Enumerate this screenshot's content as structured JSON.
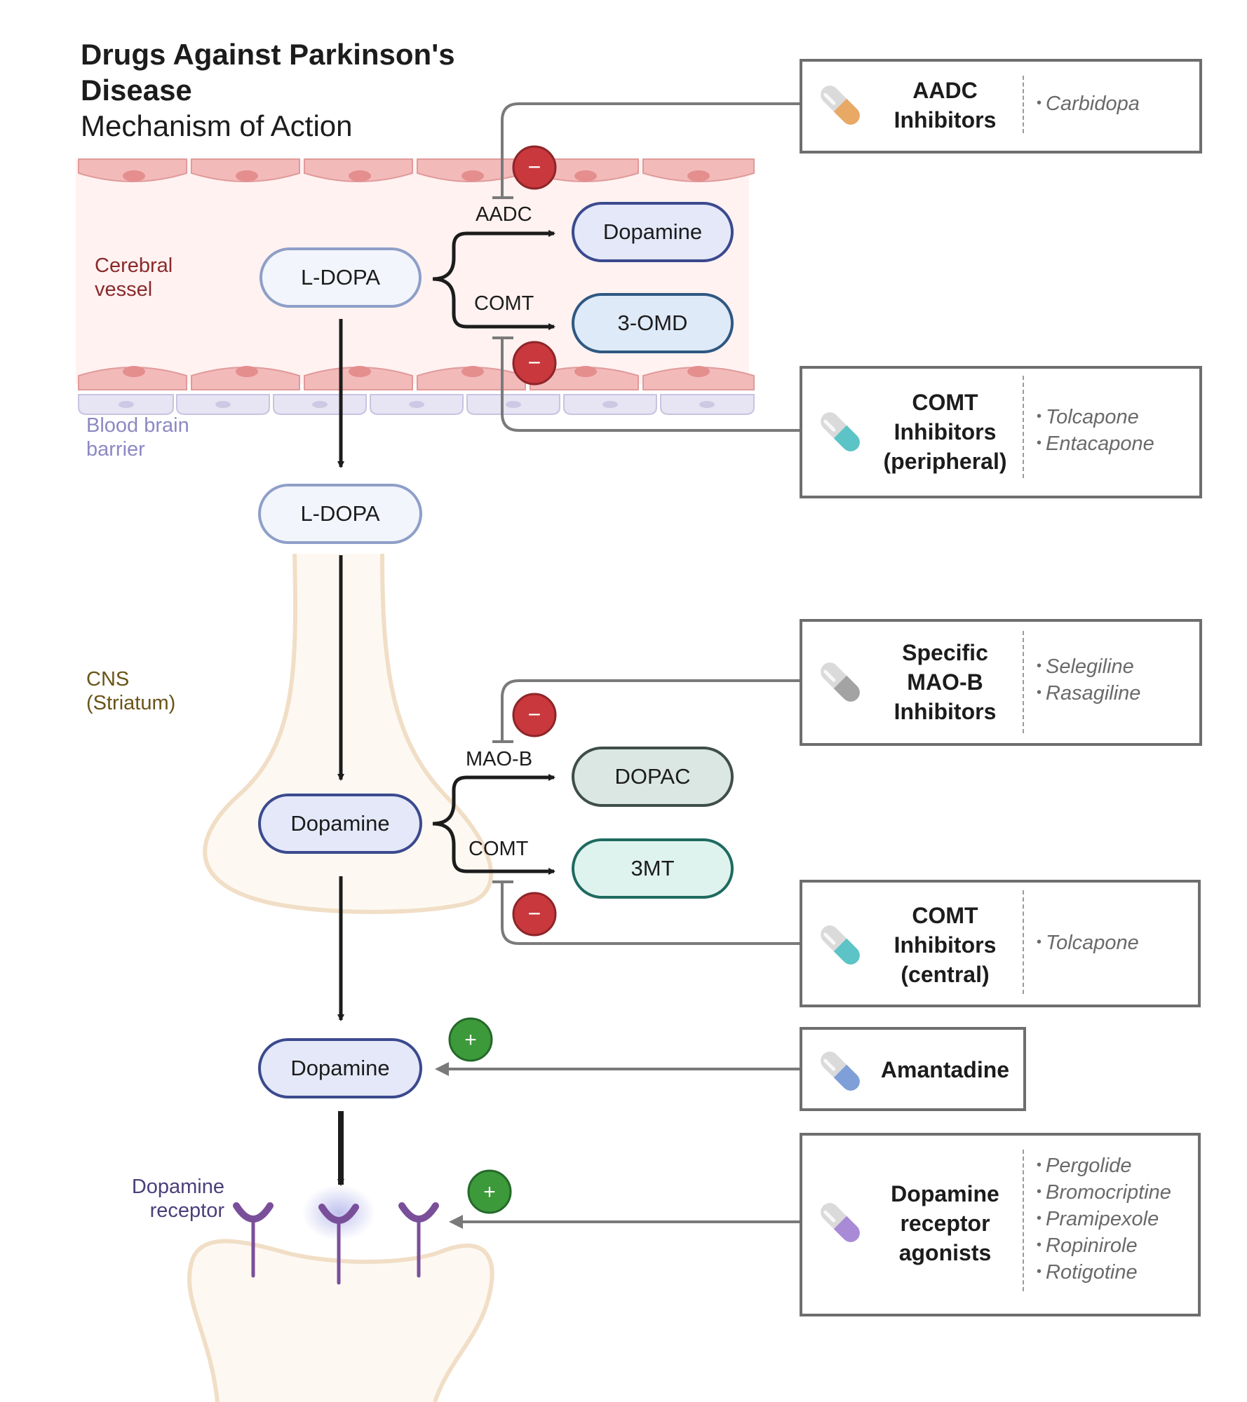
{
  "title": {
    "main": "Drugs Against Parkinson's Disease",
    "sub": "Mechanism of Action"
  },
  "regions": {
    "vessel": "Cerebral vessel",
    "bbb": "Blood brain barrier",
    "cns": "CNS (Striatum)",
    "receptor": "Dopamine receptor"
  },
  "nodes": {
    "ldopa_vessel": "L-DOPA",
    "dopamine_vessel": "Dopamine",
    "omd": "3-OMD",
    "ldopa_cns": "L-DOPA",
    "dopamine_cns": "Dopamine",
    "dopac": "DOPAC",
    "mt3": "3MT",
    "dopamine_synapse": "Dopamine"
  },
  "enzymes": {
    "aadc": "AADC",
    "comt_vessel": "COMT",
    "maob": "MAO-B",
    "comt_cns": "COMT"
  },
  "symbols": {
    "inhibit": "−",
    "promote": "+"
  },
  "drug_classes": [
    {
      "name": "AADC Inhibitors",
      "drugs": [
        "Carbidopa"
      ],
      "capsule_color": "#e8a965",
      "icon": "capsule-icon"
    },
    {
      "name": "COMT Inhibitors (peripheral)",
      "drugs": [
        "Tolcapone",
        "Entacapone"
      ],
      "capsule_color": "#5cc3c6",
      "icon": "capsule-icon"
    },
    {
      "name": "Specific MAO-B Inhibitors",
      "drugs": [
        "Selegiline",
        "Rasagiline"
      ],
      "capsule_color": "#a3a3a3",
      "icon": "capsule-icon"
    },
    {
      "name": "COMT Inhibitors (central)",
      "drugs": [
        "Tolcapone"
      ],
      "capsule_color": "#5cc3c6",
      "icon": "capsule-icon"
    },
    {
      "name": "Amantadine",
      "drugs": [],
      "capsule_color": "#7f9fd8",
      "icon": "capsule-icon"
    },
    {
      "name": "Dopamine receptor agonists",
      "drugs": [
        "Pergolide",
        "Bromocriptine",
        "Pramipexole",
        "Ropinirole",
        "Rotigotine"
      ],
      "capsule_color": "#a98ad6",
      "icon": "capsule-icon"
    }
  ],
  "colors": {
    "vessel_cell": "#f2bcbc",
    "vessel_bg": "#fff3f2",
    "bbb_cell": "#e4e1f1",
    "inhibit": "#c8383c",
    "promote": "#3d9a3a",
    "receptor": "#7a4f9a"
  }
}
